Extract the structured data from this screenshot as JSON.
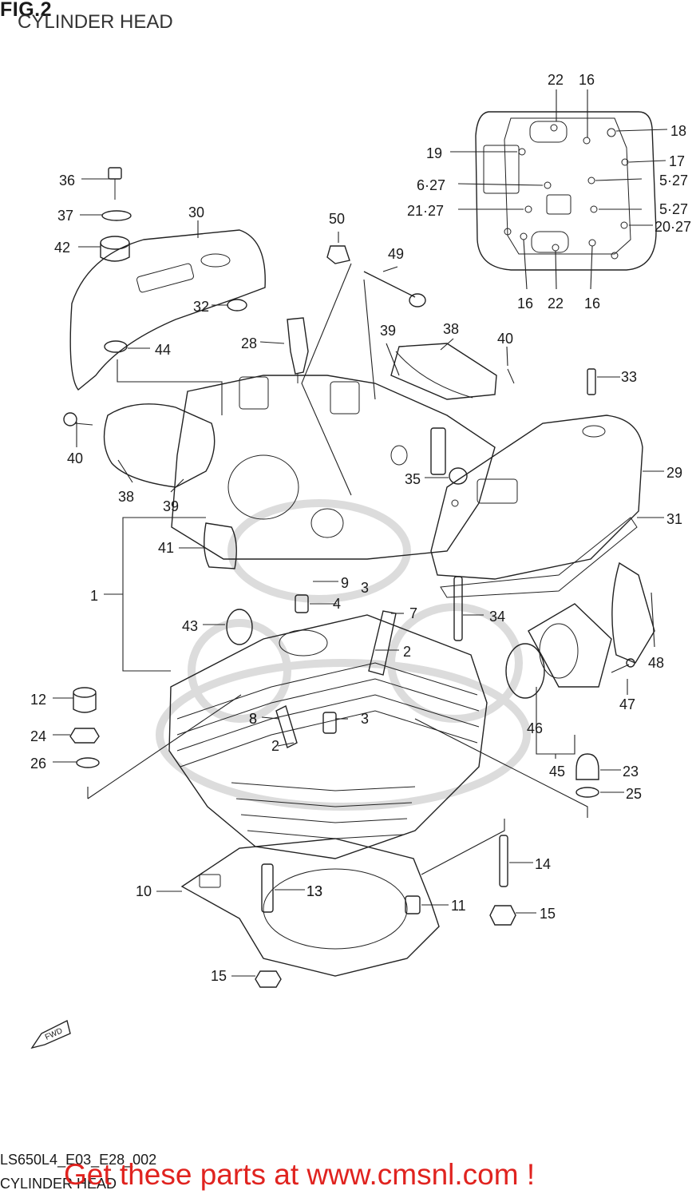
{
  "figure": {
    "number": "FIG.2",
    "title": "CYLINDER HEAD"
  },
  "footer": {
    "diagram_code": "LS650L4_E03_E28_002",
    "diagram_name": "CYLINDER HEAD",
    "promo_text": "Get these parts at www.cmsnl.com !"
  },
  "direction_marker": "FWD",
  "callouts": [
    "1",
    "2",
    "2",
    "3",
    "3",
    "4",
    "5·27",
    "5·27",
    "6·27",
    "7",
    "8",
    "8",
    "9",
    "10",
    "11",
    "12",
    "13",
    "13",
    "14",
    "15",
    "15",
    "16",
    "16",
    "16",
    "17",
    "18",
    "19",
    "20·27",
    "21·27",
    "22",
    "22",
    "23",
    "24",
    "25",
    "26",
    "28",
    "29",
    "30",
    "31",
    "32",
    "33",
    "34",
    "35",
    "36",
    "37",
    "38",
    "38",
    "39",
    "39",
    "40",
    "40",
    "41",
    "42",
    "43",
    "44",
    "45",
    "46",
    "47",
    "48",
    "49",
    "50"
  ],
  "colors": {
    "line": "#222222",
    "watermark": "#dcdcdc",
    "promo": "#e0231f"
  }
}
